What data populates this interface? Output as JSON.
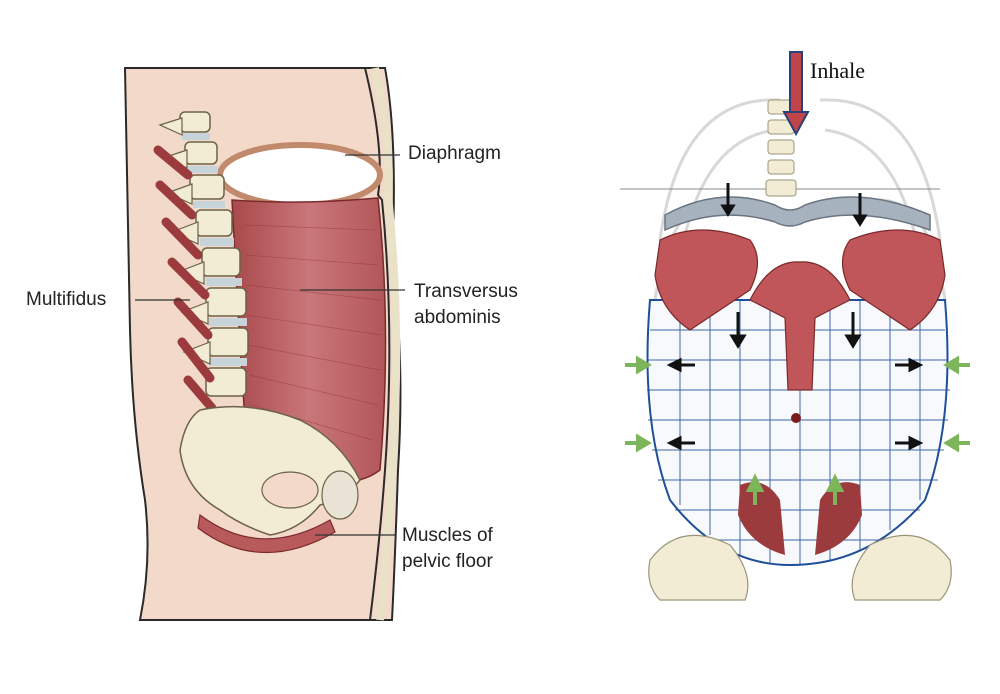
{
  "left_figure": {
    "labels": {
      "diaphragm": "Diaphragm",
      "multifidus": "Multifidus",
      "transversus_line1": "Transversus",
      "transversus_line2": "abdominis",
      "pelvic_line1": "Muscles of",
      "pelvic_line2": "pelvic floor"
    }
  },
  "right_figure": {
    "labels": {
      "inhale": "Inhale"
    }
  },
  "colors": {
    "skin": "#f3d9c9",
    "muscle": "#b85a5c",
    "muscle_dark": "#8e3234",
    "bone": "#f2ecd4",
    "grid": "#1f4f98",
    "green_arrow": "#7db55a"
  }
}
